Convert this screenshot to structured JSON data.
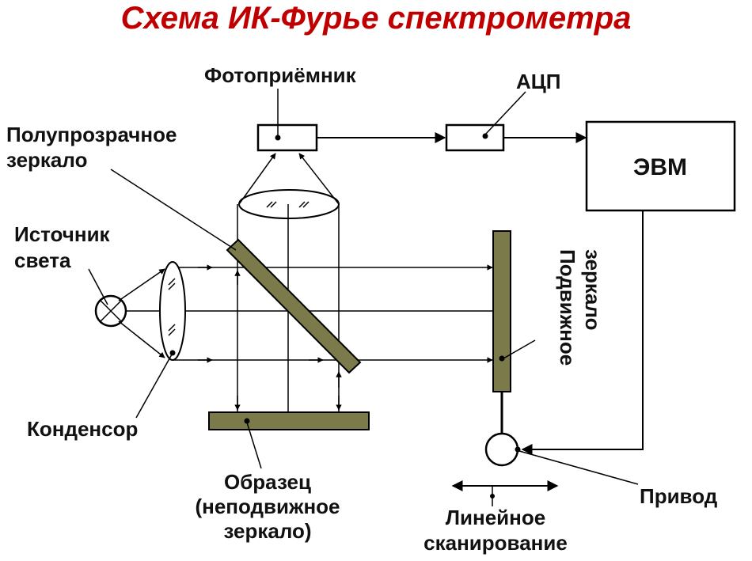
{
  "title": "Схема ИК-Фурье спектрометра",
  "labels": {
    "photodetector": "Фотоприёмник",
    "adc": "АЦП",
    "computer": "ЭВМ",
    "beamsplitter_line1": "Полупрозрачное",
    "beamsplitter_line2": "зеркало",
    "source_line1": "Источник",
    "source_line2": "света",
    "condenser": "Конденсор",
    "sample_line1": "Образец",
    "sample_line2": "(неподвижное",
    "sample_line3": "зеркало)",
    "moving_mirror_line1": "Подвижное",
    "moving_mirror_line2": "зеркало",
    "drive": "Привод",
    "scan_line1": "Линейное",
    "scan_line2": "сканирование"
  },
  "colors": {
    "title": "#c00000",
    "mirror_fill": "#7a7a4a",
    "line": "#000000"
  }
}
